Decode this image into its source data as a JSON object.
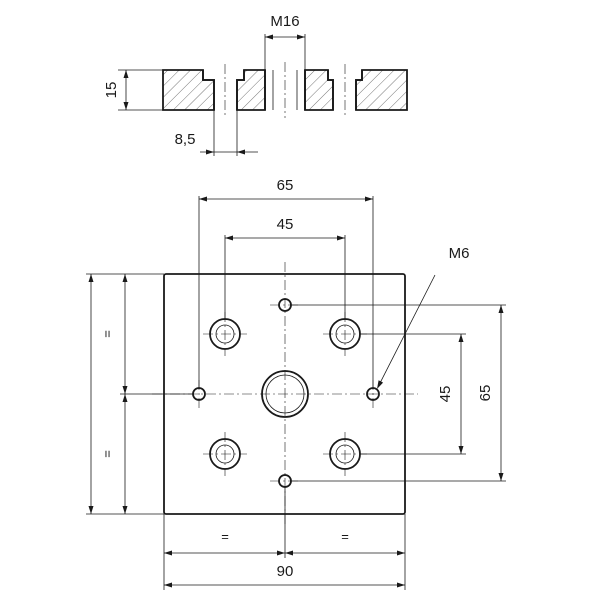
{
  "section_view": {
    "thread_label": "M16",
    "thickness_label": "15",
    "counterbore_label": "8,5"
  },
  "plan_view": {
    "dim_outer_bolt_circle_top": "65",
    "dim_inner_bolt_circle_top": "45",
    "small_hole_thread_label": "M6",
    "dim_inner_bolt_circle_right": "45",
    "dim_outer_bolt_circle_right": "65",
    "equal_left_top": "=",
    "equal_left_bottom": "=",
    "equal_bottom_left": "=",
    "equal_bottom_right": "=",
    "dim_width": "90"
  }
}
